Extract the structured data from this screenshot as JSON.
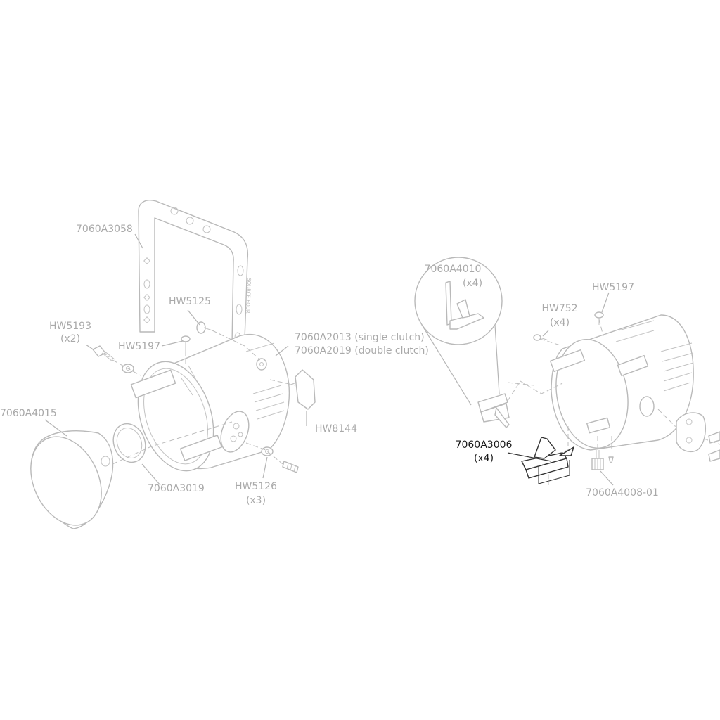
{
  "callouts": {
    "yoke": "7060A3058",
    "bolt_left": "HW5193",
    "bolt_left_qty": "(x2)",
    "screw_top": "HW5125",
    "screw_mid": "HW5197",
    "body": "7060A2013 (single clutch)",
    "body_alt": "7060A2019 (double clutch)",
    "reflector": "7060A4015",
    "ring": "7060A3019",
    "knob": "HW8144",
    "washer": "HW5126",
    "washer_qty": "(x3)",
    "spring_clip": "7060A4010",
    "spring_clip_qty": "(x4)",
    "screw_right": "HW5197",
    "screw_small": "HW752",
    "screw_small_qty": "(x4)",
    "highlight": "7060A3006",
    "highlight_qty": "(x4)",
    "thumbscrew": "7060A4008-01"
  },
  "yoke_engraving": "SOURCE FOUR",
  "colors": {
    "line": "#b9b9b9",
    "label": "#a9a9a9",
    "highlight": "#1a1a1a"
  }
}
